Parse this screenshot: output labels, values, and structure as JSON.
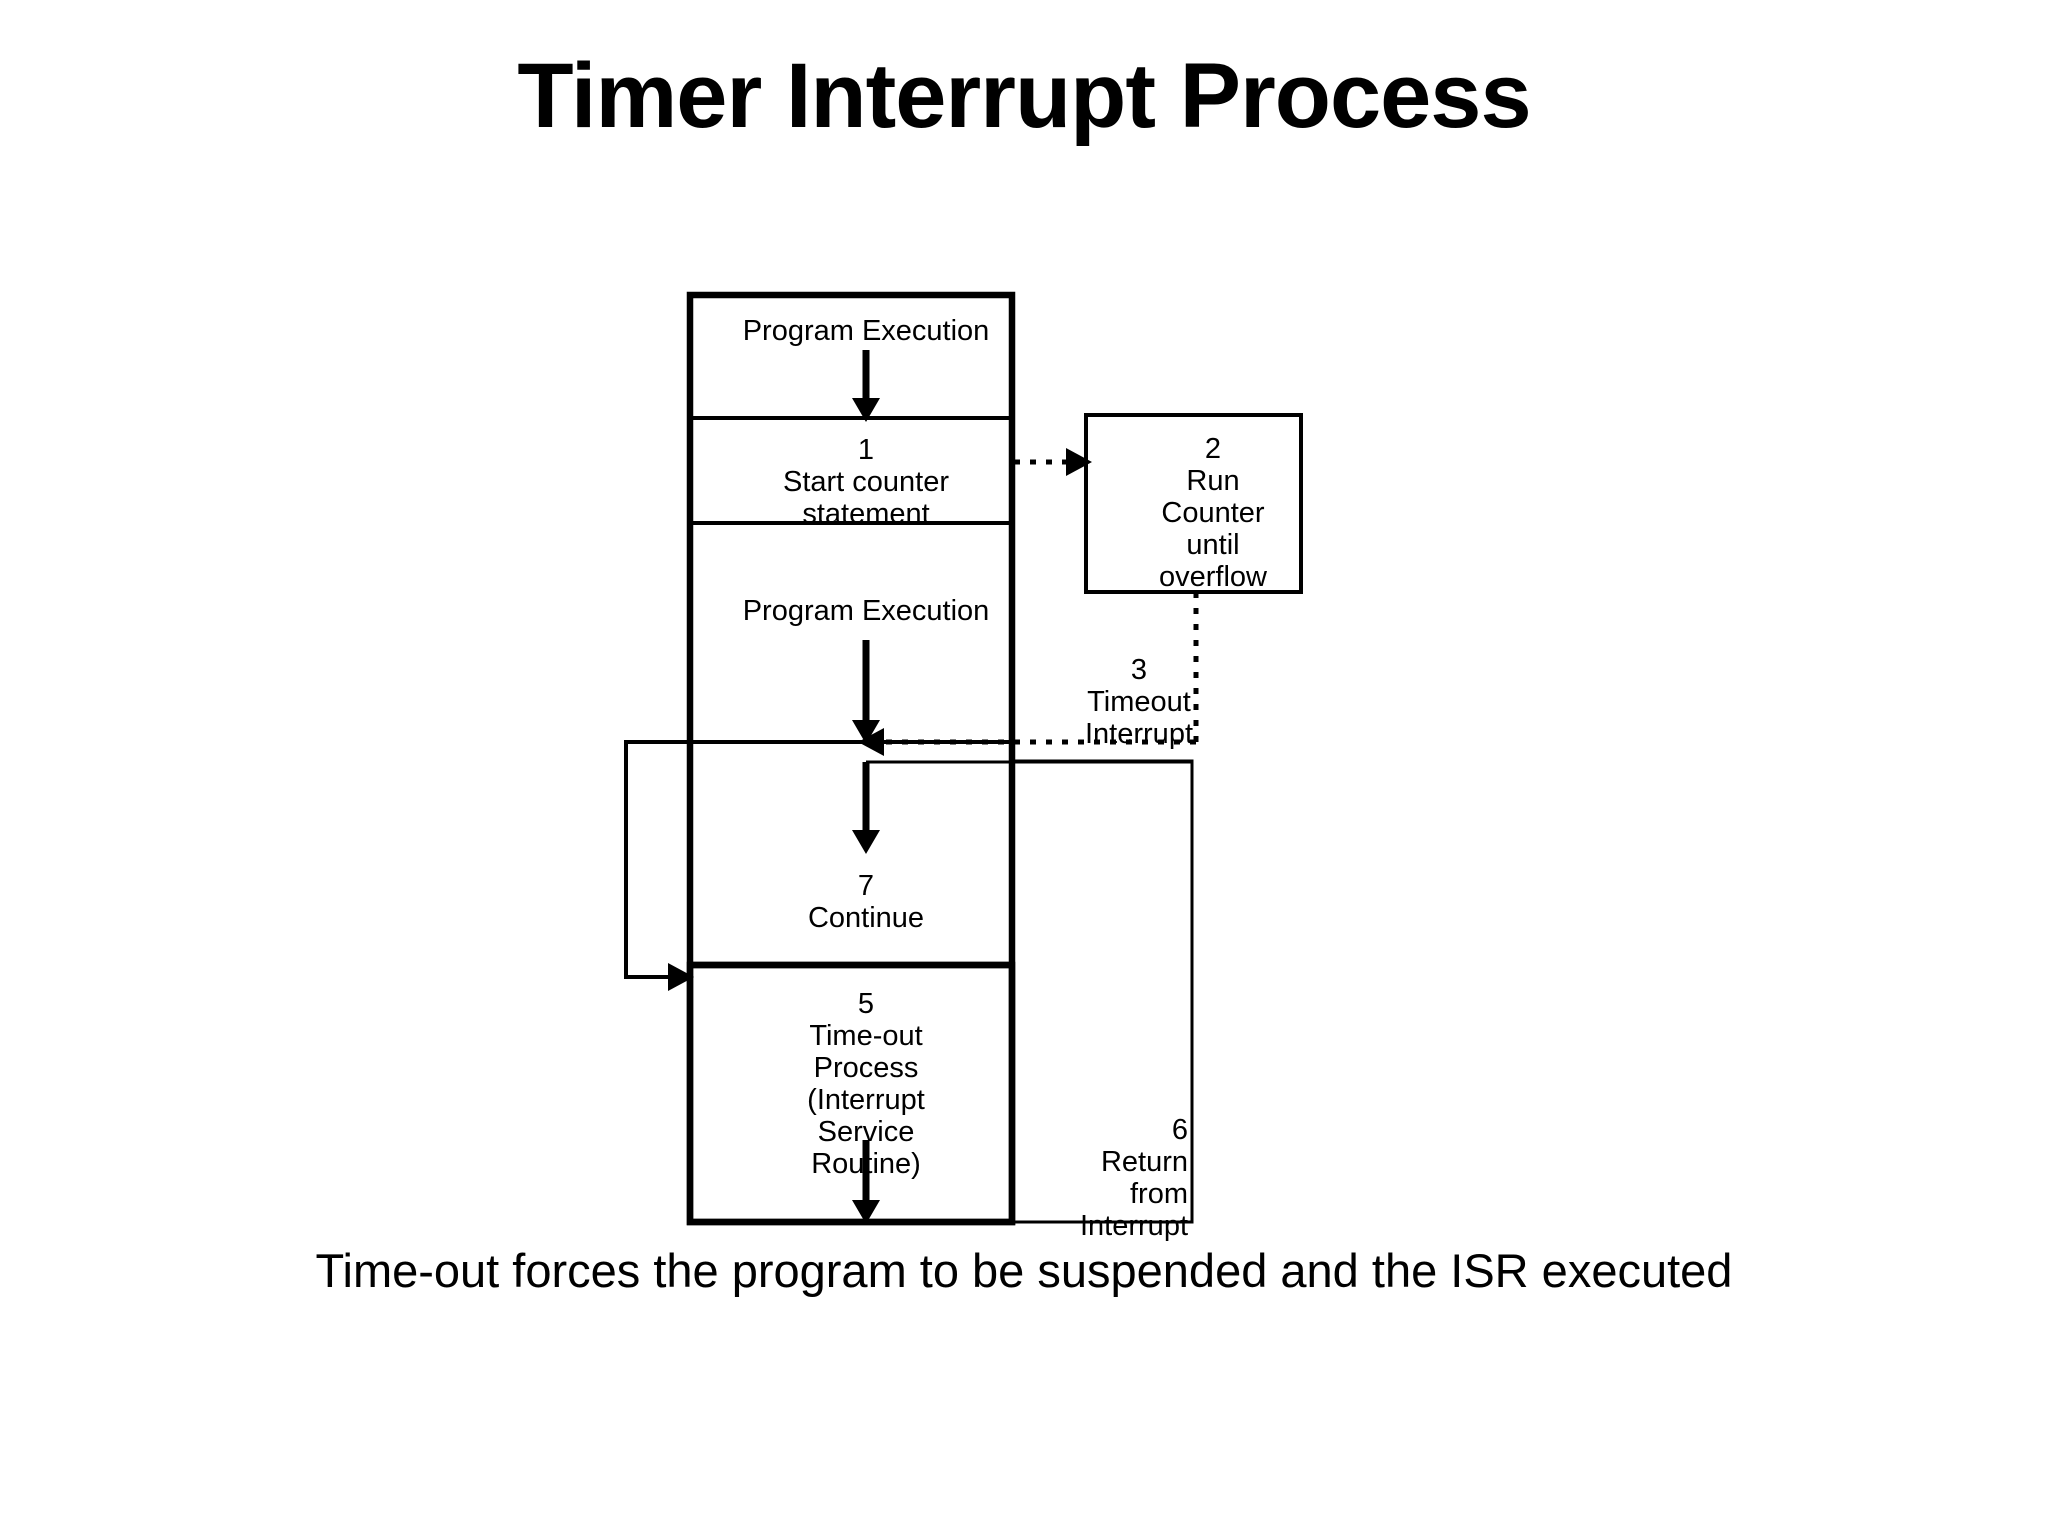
{
  "slide": {
    "title": "Timer Interrupt Process",
    "caption": "Time-out forces the program to be suspended and the ISR executed"
  },
  "diagram": {
    "type": "flowchart",
    "description": "Timer interrupt sequence showing program execution column, counter box and interrupt service routine",
    "blocks": {
      "program_execution_top": {
        "label": "Program Execution"
      },
      "start_counter": {
        "number": "1",
        "line1": "Start counter",
        "line2": "statement"
      },
      "run_counter": {
        "number": "2",
        "line1": "Run",
        "line2": "Counter",
        "line3": "until",
        "line4": "overflow"
      },
      "program_execution_mid": {
        "label": "Program Execution"
      },
      "timeout_interrupt": {
        "number": "3",
        "line1": "Timeout",
        "line2": "Interrupt"
      },
      "continue": {
        "number": "7",
        "line1": "Continue"
      },
      "timeout_process": {
        "number": "5",
        "line1": "Time-out",
        "line2": "Process",
        "line3": "(Interrupt",
        "line4": "Service",
        "line5": "Routine)"
      },
      "return_from_interrupt": {
        "number": "6",
        "line1": "Return",
        "line2": "from",
        "line3": "Interrupt"
      }
    },
    "colors": {
      "stroke": "#000000",
      "background": "#ffffff",
      "text": "#000000"
    }
  }
}
